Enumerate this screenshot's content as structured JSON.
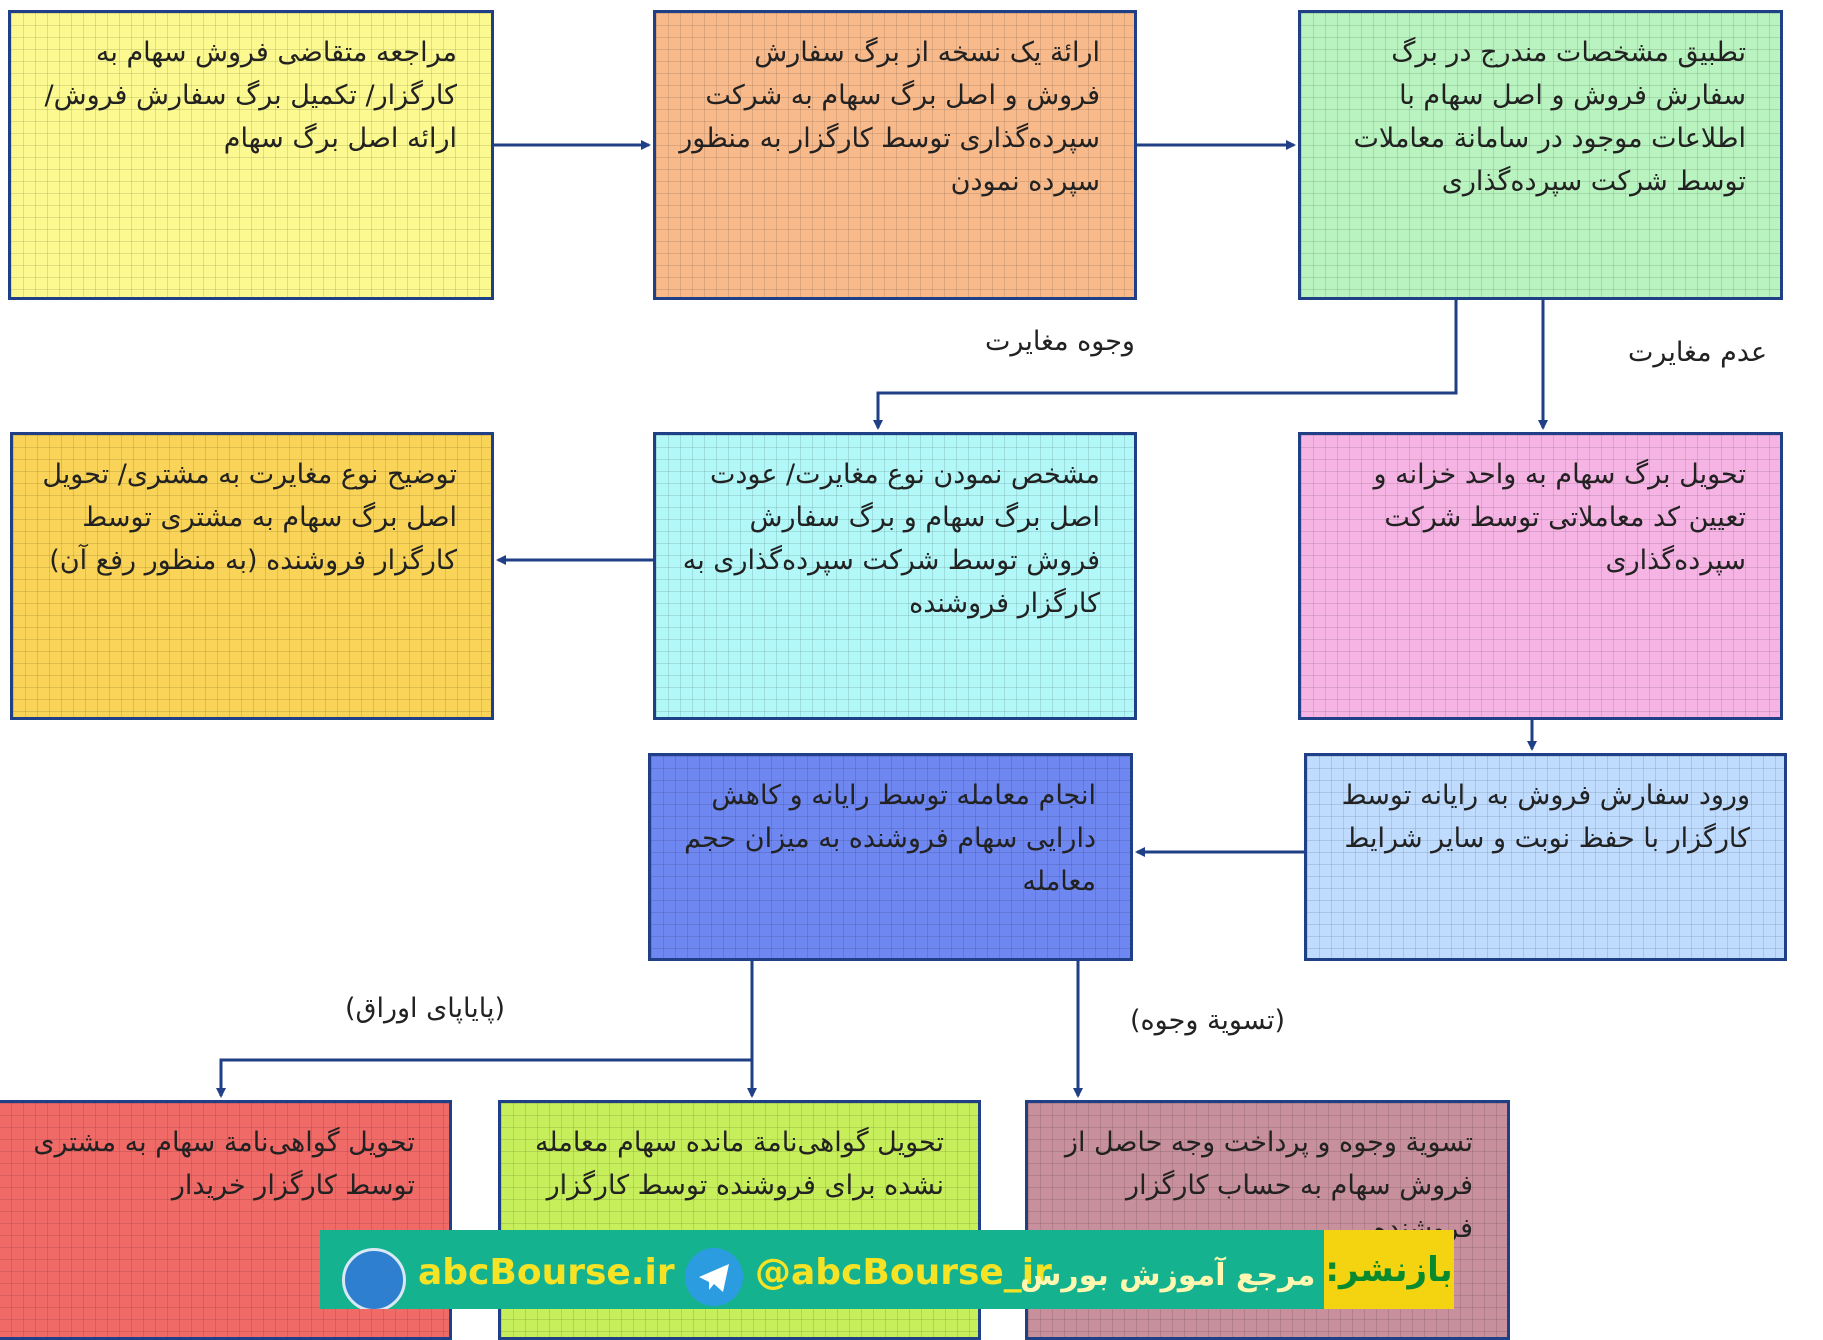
{
  "boxes": {
    "b1": "مراجعه متقاضی فروش سهام به کارگزار/ تکمیل برگ سفارش فروش/ ارائه اصل برگ سهام",
    "b2": "ارائة یک نسخه از برگ سفارش فروش و اصل برگ سهام به شرکت سپرده‌گذاری توسط کارگزار به منظور سپرده نمودن",
    "b3": "تطبیق مشخصات مندرج در برگ سفارش فروش و اصل سهام با اطلاعات موجود در سامانة معاملات توسط شرکت سپرده‌گذاری",
    "b4": "توضیح نوع مغایرت به مشتری/ تحویل اصل برگ سهام به مشتری توسط کارگزار فروشنده (به منظور رفع آن)",
    "b5": "مشخص نمودن نوع مغایرت/ عودت اصل برگ سهام و برگ سفارش فروش توسط شرکت سپرده‌گذاری به کارگزار فروشنده",
    "b6": "تحویل برگ سهام به واحد خزانه و تعیین کد معاملاتی توسط شرکت سپرده‌گذاری",
    "b7": "انجام معامله توسط رایانه و کاهش دارایی سهام فروشنده به میزان حجم معامله",
    "b8": "ورود سفارش فروش به رایانه توسط کارگزار با حفظ نوبت و سایر شرایط",
    "b9": "تحویل گواهی‌نامة سهام به مشتری توسط کارگزار خریدار",
    "b10": "تحویل گواهی‌نامة مانده سهام معامله نشده برای فروشنده توسط کارگزار",
    "b11": "تسویة وجوه و پرداخت وجه حاصل از فروش سهام به حساب کارگزار فروشنده"
  },
  "labels": {
    "mismatch": "وجوه مغایرت",
    "no_mismatch": "عدم مغایرت",
    "clearing_securities": "(پایاپای اوراق)",
    "clearing_funds": "(تسویة وجوه)"
  },
  "banner": {
    "publisher": "بازنشر:",
    "site": "abcBourse.ir",
    "telegram": "@abcBourse_ir",
    "slogan": "مرجع آموزش بورس"
  },
  "colors": {
    "arrow": "#1f3f86",
    "banner_bg": "#15b290",
    "banner_accent": "#f4d311"
  }
}
